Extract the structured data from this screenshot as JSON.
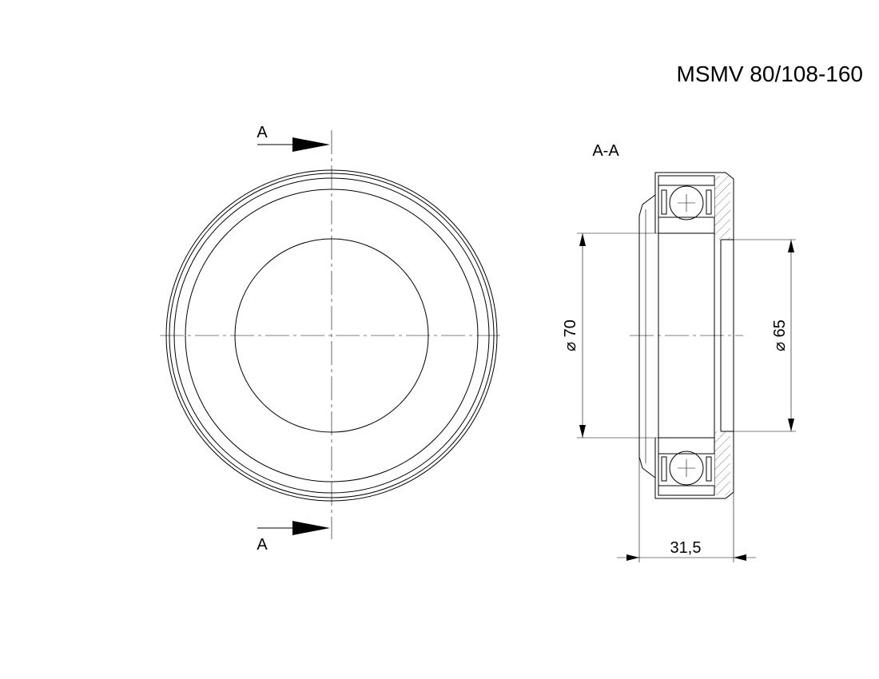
{
  "title": "MSMV 80/108-160",
  "section_marker_top": "A",
  "section_marker_bottom": "A",
  "section_label": "A-A",
  "dimensions": {
    "bore_left": "⌀ 70",
    "bore_right": "⌀ 65",
    "width": "31,5"
  }
}
